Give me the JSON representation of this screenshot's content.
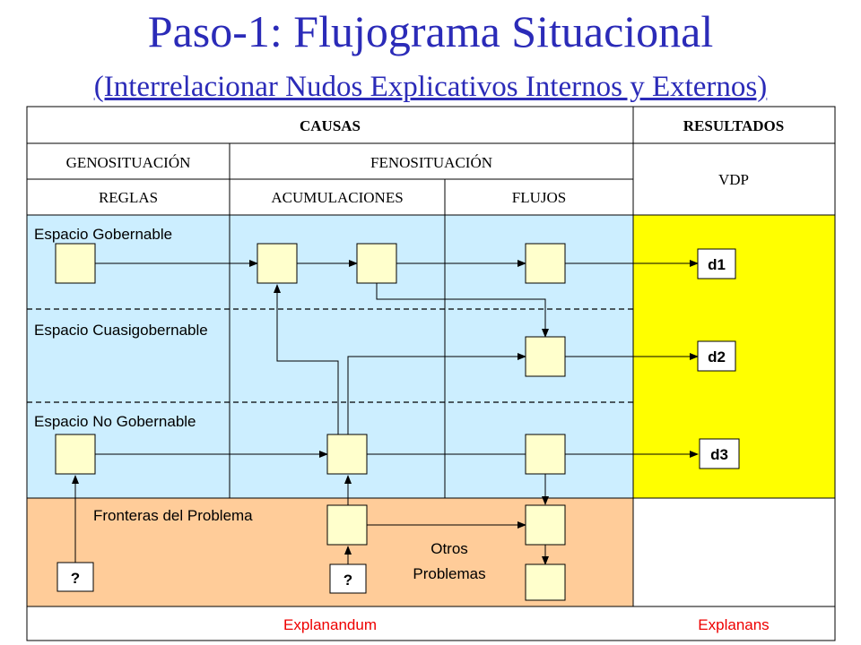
{
  "title": "Paso-1: Flujograma Situacional",
  "subtitle": "(Interrelacionar Nudos Explicativos Internos y Externos)",
  "headers": {
    "causas": "CAUSAS",
    "resultados": "RESULTADOS",
    "genosituacion": "GENOSITUACIÓN",
    "fenosituacion": "FENOSITUACIÓN",
    "vdp": "VDP",
    "reglas": "REGLAS",
    "acumulaciones": "ACUMULACIONES",
    "flujos": "FLUJOS"
  },
  "spaces": {
    "gobernable": "Espacio Gobernable",
    "cuasigobernable": "Espacio Cuasigobernable",
    "no_gobernable": "Espacio No Gobernable",
    "fronteras": "Fronteras del Problema",
    "otros_line1": "Otros",
    "otros_line2": "Problemas"
  },
  "descriptors": {
    "d1": "d1",
    "d2": "d2",
    "d3": "d3"
  },
  "unknown": {
    "left": "?",
    "middle": "?"
  },
  "footer": {
    "explanandum": "Explanandum",
    "explanans": "Explanans"
  },
  "colors": {
    "title": "#2b2bb8",
    "governable_bg": "#cceeff",
    "results_bg": "#ffff00",
    "frontier_bg": "#ffcc99",
    "node_fill": "#ffffcc",
    "footer_text": "#ee0000"
  }
}
